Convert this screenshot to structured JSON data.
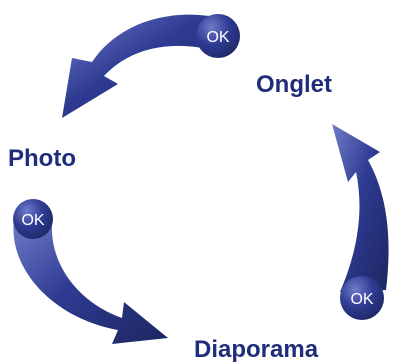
{
  "colors": {
    "arrow_dark": "#1d2660",
    "arrow_mid": "#2e3b92",
    "arrow_light": "#6f7cc9",
    "label": "#1f2d7a",
    "ok_text": "#ffffff"
  },
  "labels": {
    "onglet": "Onglet",
    "photo": "Photo",
    "diaporama": "Diaporama"
  },
  "arrows": [
    {
      "from": "Onglet",
      "to": "Photo",
      "badge": "OK"
    },
    {
      "from": "Photo",
      "to": "Diaporama",
      "badge": "OK"
    },
    {
      "from": "Diaporama",
      "to": "Onglet",
      "badge": "OK"
    }
  ]
}
